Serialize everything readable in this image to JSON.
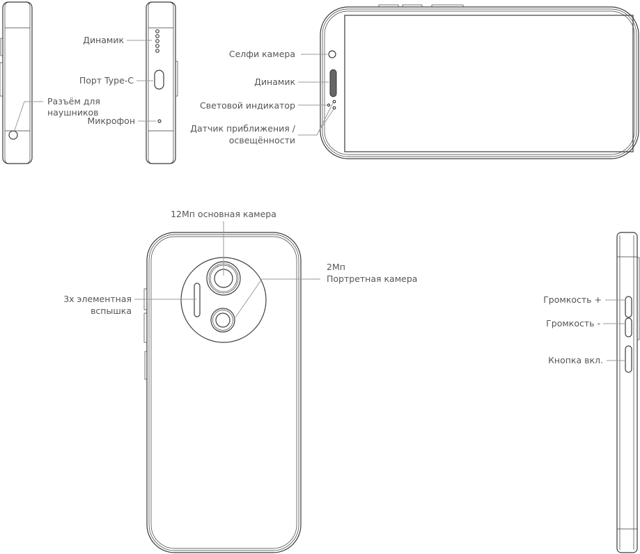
{
  "title": "Схема устройства смартфона",
  "labels": {
    "speaker_bottom": "Динамик",
    "usb_port": "Порт Type-C",
    "headphone_jack_line1": "Разъём для",
    "headphone_jack_line2": "наушников",
    "microphone": "Микрофон",
    "selfie_camera": "Селфи камера",
    "earpiece": "Динамик",
    "led_indicator": "Световой индикатор",
    "proximity_line1": "Датчик приближения /",
    "proximity_line2": "освещённости",
    "main_camera": "12Мп основная камера",
    "portrait_camera_line1": "2Мп",
    "portrait_camera_line2": "Портретная камера",
    "flash_line1": "3х элементная",
    "flash_line2": "вспышка",
    "volume_up": "Громкость +",
    "volume_down": "Громкость -",
    "power_button": "Кнопка вкл."
  }
}
